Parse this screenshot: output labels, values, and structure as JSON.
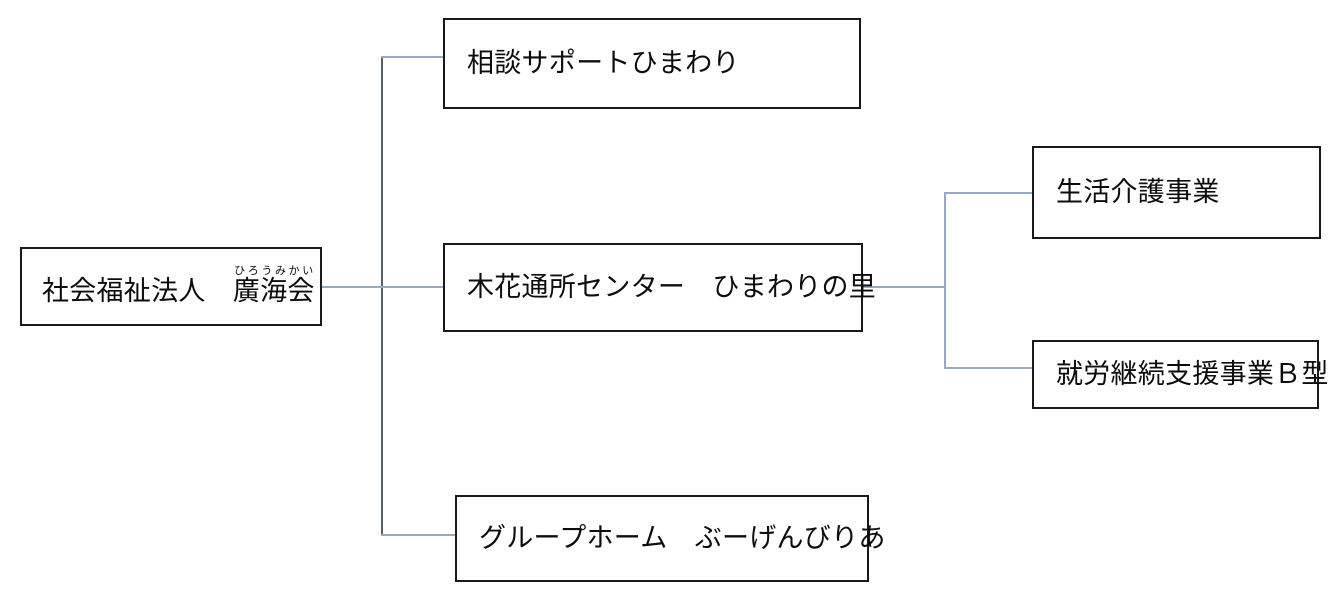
{
  "chart_data": {
    "type": "diagram",
    "diagram_type": "organization-chart",
    "orientation": "left-to-right",
    "title": "社会福祉法人　廣海会 組織図",
    "nodes": [
      {
        "id": "root",
        "label": "社会福祉法人　廣海会",
        "label_plain": "社会福祉法人　廣海会",
        "text_before_ruby": "社会福祉法人　",
        "ruby_base": "廣海会",
        "ruby_text": "ひろうみかい",
        "level": 0,
        "parent": null
      },
      {
        "id": "soudan",
        "label": "相談サポートひまわり",
        "level": 1,
        "parent": "root"
      },
      {
        "id": "kihana",
        "label": "木花通所センター　ひまわりの里",
        "level": 1,
        "parent": "root"
      },
      {
        "id": "group",
        "label": "グループホーム　ぶーげんびりあ",
        "level": 1,
        "parent": "root"
      },
      {
        "id": "seikatsu",
        "label": "生活介護事業",
        "level": 2,
        "parent": "kihana"
      },
      {
        "id": "shuro",
        "label": "就労継続支援事業Ｂ型",
        "level": 2,
        "parent": "kihana"
      }
    ],
    "edges": [
      {
        "from": "root",
        "to": "soudan"
      },
      {
        "from": "root",
        "to": "kihana"
      },
      {
        "from": "root",
        "to": "group"
      },
      {
        "from": "kihana",
        "to": "seikatsu"
      },
      {
        "from": "kihana",
        "to": "shuro"
      }
    ],
    "colors": {
      "background": "#ffffff",
      "box_border": "#1a1a1a",
      "box_fill": "#ffffff",
      "text": "#0d0d0d",
      "connector_light": "#97a9c4",
      "connector_trunk": "#55616d"
    }
  },
  "nodes": {
    "root": {
      "text_before_ruby": "社会福祉法人　",
      "ruby_base": "廣海会",
      "ruby_text": "ひろうみかい"
    },
    "soudan": {
      "label": "相談サポートひまわり"
    },
    "kihana": {
      "label": "木花通所センター　ひまわりの里"
    },
    "group": {
      "label": "グループホーム　ぶーげんびりあ"
    },
    "seikatsu": {
      "label": "生活介護事業"
    },
    "shuro": {
      "label": "就労継続支援事業Ｂ型"
    }
  }
}
